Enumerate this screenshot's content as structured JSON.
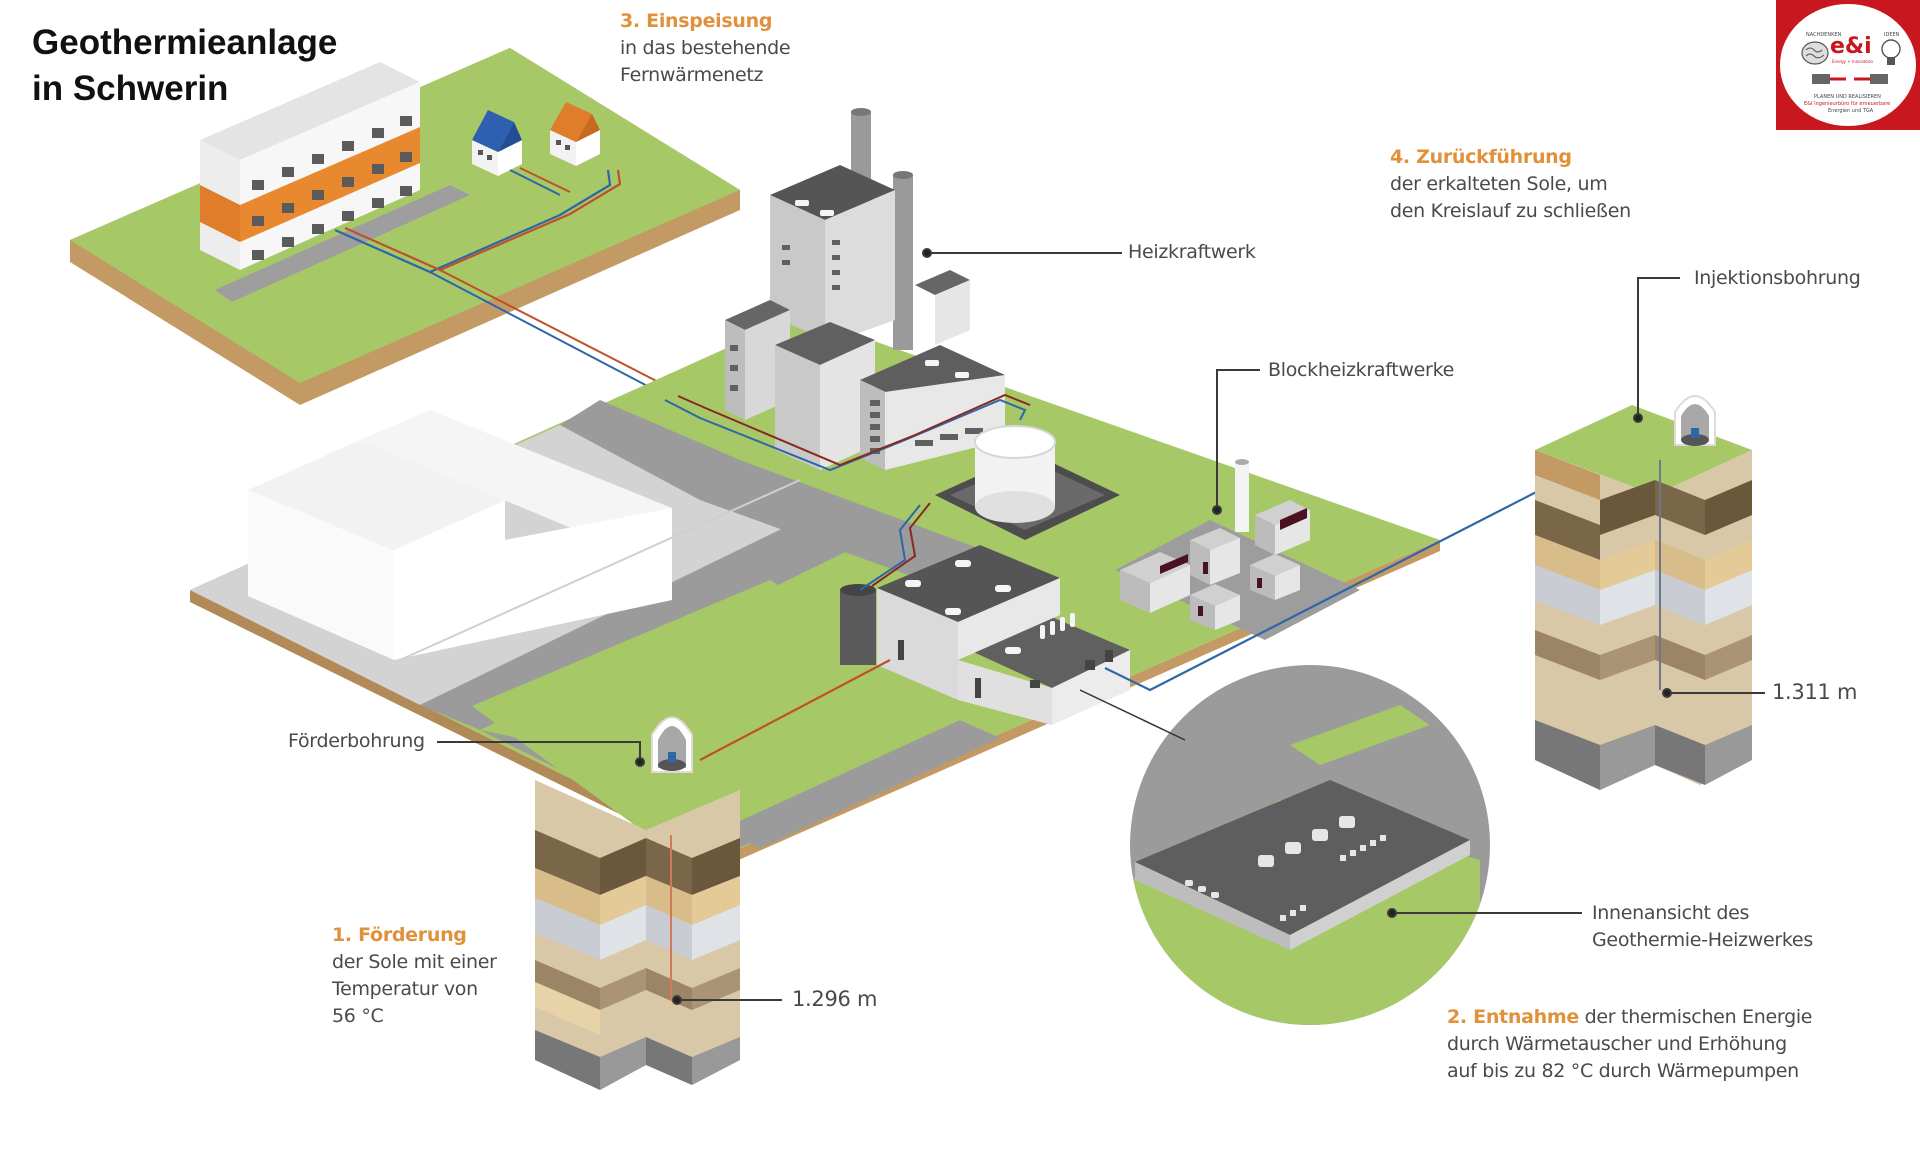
{
  "title": {
    "line1": "Geothermieanlage",
    "line2": "in Schwerin"
  },
  "steps": {
    "einspeisung": {
      "heading": "3. Einspeisung",
      "lines": [
        "in das bestehende",
        "Fernwärmenetz"
      ]
    },
    "zurueckfuehrung": {
      "heading": "4. Zurückführung",
      "lines": [
        "der erkalteten Sole, um",
        "den Kreislauf zu schließen"
      ]
    },
    "foerderung": {
      "heading": "1. Förderung",
      "lines": [
        "der Sole mit einer",
        "Temperatur von",
        "56 °C"
      ]
    },
    "entnahme": {
      "heading": "2. Entnahme",
      "line1_rest": " der thermischen Energie",
      "lines": [
        "durch Wärmetauscher und Erhöhung",
        "auf bis zu 82 °C durch Wärmepumpen"
      ]
    }
  },
  "callouts": {
    "heizkraftwerk": "Heizkraftwerk",
    "blockheizkraftwerke": "Blockheizkraftwerke",
    "injektionsbohrung": "Injektionsbohrung",
    "foerderbohrung": "Förderbohrung",
    "innenansicht": [
      "Innenansicht des",
      "Geothermie-Heizwerkes"
    ],
    "depth_production": "1.296 m",
    "depth_injection": "1.311 m"
  },
  "logo": {
    "top_left": "NACHDENKEN",
    "top_right": "IDEEN",
    "mark": "e&i",
    "tagline": "Energy + Innovation",
    "line1": "PLANEN UND REALISIEREN",
    "line2": "E&I Ingenieurbüro für erneuerbare",
    "line3": "Energien und TGA"
  },
  "colors": {
    "accent_orange": "#e0913a",
    "grass": "#a6c867",
    "road": "#9b9b9b",
    "pipe_hot": "#c0502a",
    "pipe_cold": "#2f66a8",
    "logo_red": "#c8171e"
  }
}
